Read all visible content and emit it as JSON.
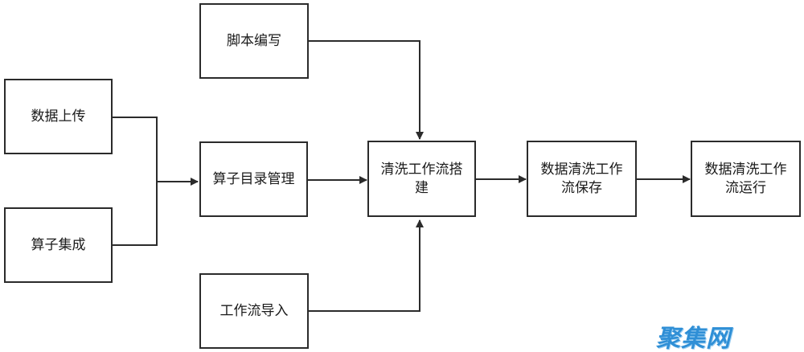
{
  "nodes": {
    "script_writing": "脚本编写",
    "data_upload": "数据上传",
    "operator_integration": "算子集成",
    "operator_catalog": "算子目录管理",
    "workflow_import": "工作流导入",
    "workflow_build": "清洗工作流搭建",
    "workflow_save": "数据清洗工作流保存",
    "workflow_run": "数据清洗工作流运行"
  },
  "watermark": "聚集网"
}
